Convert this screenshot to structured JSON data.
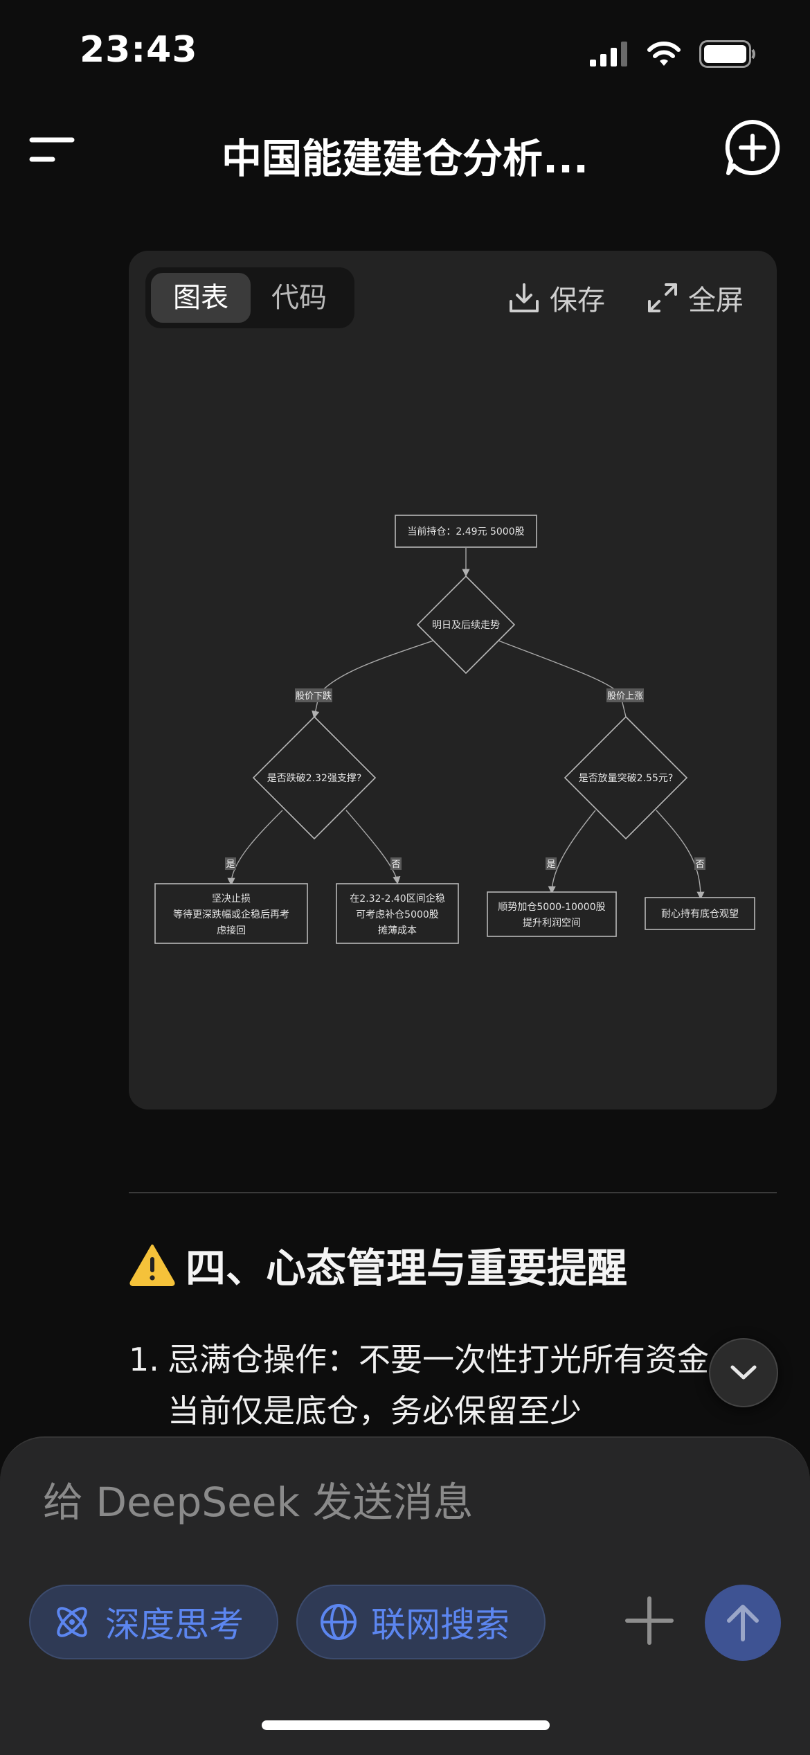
{
  "status_bar": {
    "time": "23:43"
  },
  "header": {
    "title": "中国能建建仓分析..."
  },
  "diagram_card": {
    "tabs": [
      {
        "label": "图表",
        "active": true
      },
      {
        "label": "代码",
        "active": false
      }
    ],
    "save_label": "保存",
    "fullscreen_label": "全屏",
    "flowchart": {
      "nodes": {
        "start": "当前持仓：2.49元 5000股",
        "decision_trend": "明日及后续走势",
        "decision_break": "是否跌破2.32强支撑?",
        "decision_volume": "是否放量突破2.55元?",
        "stop_loss_lines": [
          "坚决止损",
          "等待更深跌幅或企稳后再考",
          "虑接回"
        ],
        "add_low_lines": [
          "在2.32-2.40区间企稳",
          "可考虑补仓5000股",
          "摊薄成本"
        ],
        "add_up_lines": [
          "顺势加仓5000-10000股",
          "提升利润空间"
        ],
        "hold": "耐心持有底仓观望"
      },
      "edge_labels": {
        "down": "股价下跌",
        "up": "股价上涨",
        "yes_left": "是",
        "no_left": "否",
        "yes_right": "是",
        "no_right": "否"
      }
    }
  },
  "content": {
    "section_heading": "四、心态管理与重要提醒",
    "list_items": [
      {
        "number": "1.",
        "text": "忌满仓操作：不要一次性打光所有资金。当前仅是底仓，务必保留至少"
      }
    ]
  },
  "composer": {
    "placeholder": "给 DeepSeek 发送消息",
    "deep_think_label": "深度思考",
    "web_search_label": "联网搜索"
  }
}
